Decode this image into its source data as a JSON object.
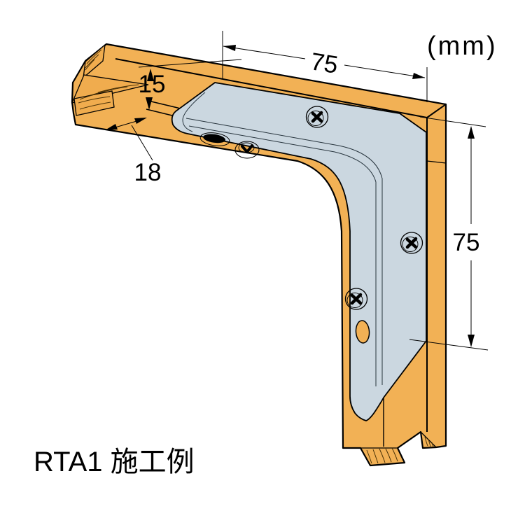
{
  "diagram": {
    "title": "RTA1 施工例",
    "unit_label": "(mm)",
    "dimensions": {
      "top_width": "75",
      "right_height": "75",
      "lip_height": "15",
      "face_depth": "18"
    },
    "colors": {
      "wood": "#F2B155",
      "bracket_metal": "#CBD7E0",
      "outline": "#000000",
      "background": "#FFFFFF"
    }
  }
}
